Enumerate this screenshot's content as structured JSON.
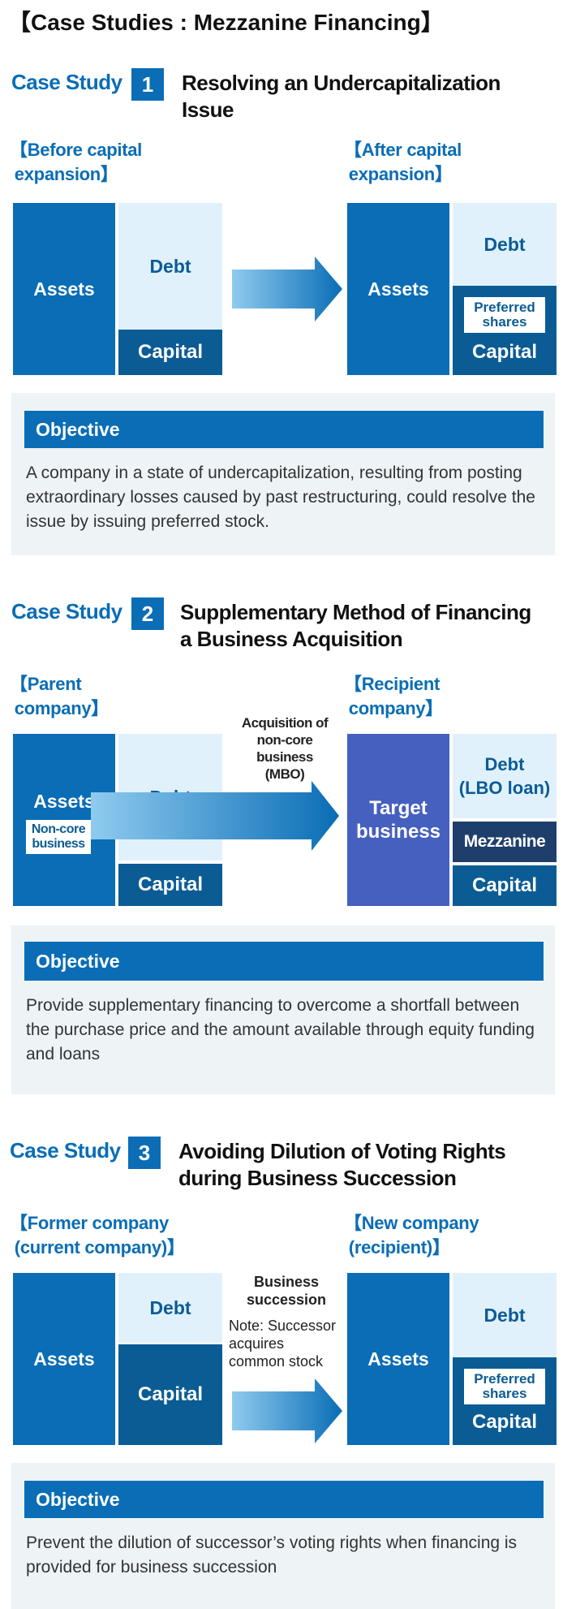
{
  "page": {
    "title": "【Case Studies : Mezzanine Financing】"
  },
  "colors": {
    "assets": "#0a6db5",
    "debt": "#e1f1fc",
    "capital": "#0b5c94",
    "target": "#4660bf",
    "mezzanine": "#1e3f6b",
    "panel": "#eef3f6"
  },
  "case1": {
    "label": "Case Study",
    "number": "1",
    "title": "Resolving an Undercapitalization\nIssue",
    "left_heading": "【Before capital\n expansion】",
    "right_heading": "【After capital\n expansion】",
    "assets": "Assets",
    "debt": "Debt",
    "capital": "Capital",
    "right_assets": "Assets",
    "right_debt": "Debt",
    "right_capital": "Capital",
    "preferred": "Preferred\nshares",
    "objective_heading": "Objective",
    "objective_text": "A company in a state of undercapitalization, resulting from posting extraordinary losses caused by past restructuring, could resolve the issue by issuing preferred stock."
  },
  "case2": {
    "label": "Case Study",
    "number": "2",
    "title": "Supplementary Method of Financing\na Business Acquisition",
    "left_heading": "【Parent\n company】",
    "right_heading": "【Recipient\n company】",
    "assets": "Assets",
    "noncore": "Non-core\nbusiness",
    "debt": "Debt",
    "capital": "Capital",
    "arrow_label": "Acquisition of\nnon-core\nbusiness\n(MBO)",
    "target": "Target\nbusiness",
    "right_debt": "Debt\n(LBO loan)",
    "mezzanine": "Mezzanine",
    "right_capital": "Capital",
    "objective_heading": "Objective",
    "objective_text": "Provide supplementary financing to overcome a shortfall between the purchase price and the amount available through equity funding and loans"
  },
  "case3": {
    "label": "Case Study",
    "number": "3",
    "title": "Avoiding Dilution of Voting Rights\nduring Business Succession",
    "left_heading": "【Former company\n (current company)】",
    "right_heading": "【New company\n (recipient)】",
    "assets": "Assets",
    "debt": "Debt",
    "capital": "Capital",
    "succession": "Business\nsuccession",
    "note": "Note: Successor\nacquires\ncommon stock",
    "right_assets": "Assets",
    "right_debt": "Debt",
    "right_capital": "Capital",
    "preferred": "Preferred\nshares",
    "objective_heading": "Objective",
    "objective_text": "Prevent the dilution of successor’s voting rights when financing is provided for business succession"
  }
}
